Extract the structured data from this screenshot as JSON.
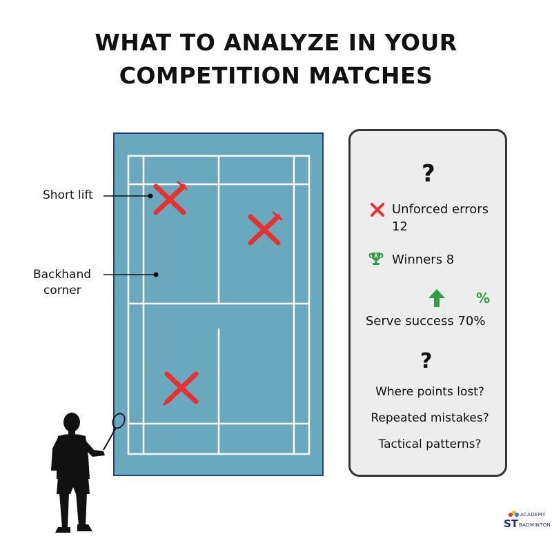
{
  "title": {
    "line1": "WHAT TO ANALYZE IN YOUR",
    "line2": "COMPETITION MATCHES"
  },
  "court": {
    "surface_color": "#6aa9bd",
    "border_color": "#1f3f86",
    "line_color": "#ffffff",
    "mark_color": "#e8312f",
    "error_marks": 3
  },
  "callouts": {
    "short_lift": "Short lift",
    "backhand_line1": "Backhand",
    "backhand_line2": "corner"
  },
  "panel": {
    "top_symbol": "?",
    "unforced_label": "Unforced errors",
    "unforced_value": "12",
    "winners_label": "Winners 8",
    "percent_symbol": "%",
    "serve_label": "Serve success 70%",
    "mid_symbol": "?",
    "questions": [
      "Where points lost?",
      "Repeated mistakes?",
      "Tactical patterns?"
    ],
    "accent_green": "#2e9e44",
    "accent_red": "#e8312f"
  },
  "icons": {
    "unforced": "x-mark-icon",
    "winners": "trophy-icon",
    "serve": "arrow-up-icon"
  },
  "logo": {
    "academy": "ACADEMY",
    "initials": "ST",
    "badminton": "BADMINTON"
  }
}
